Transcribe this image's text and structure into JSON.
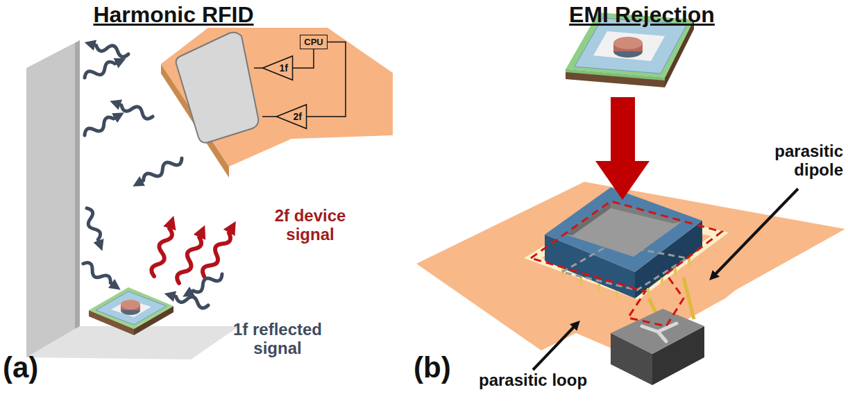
{
  "diagram": {
    "nodes": [
      {
        "text": [
          "1f"
        ]
      },
      {
        "text": [
          "CPU"
        ]
      },
      {
        "text": [
          "2f"
        ]
      }
    ],
    "edges": [
      {
        "from": 0,
        "to": 1,
        "arrow": "none"
      },
      {
        "from": 1,
        "to": 2,
        "arrow": "none"
      }
    ],
    "labels": [
      "Harmonic RFID",
      "EMI Rejection",
      "2f device signal",
      "1f reflected signal",
      "(a)",
      "(b)",
      "parasitic dipole",
      "parasitic loop"
    ]
  }
}
